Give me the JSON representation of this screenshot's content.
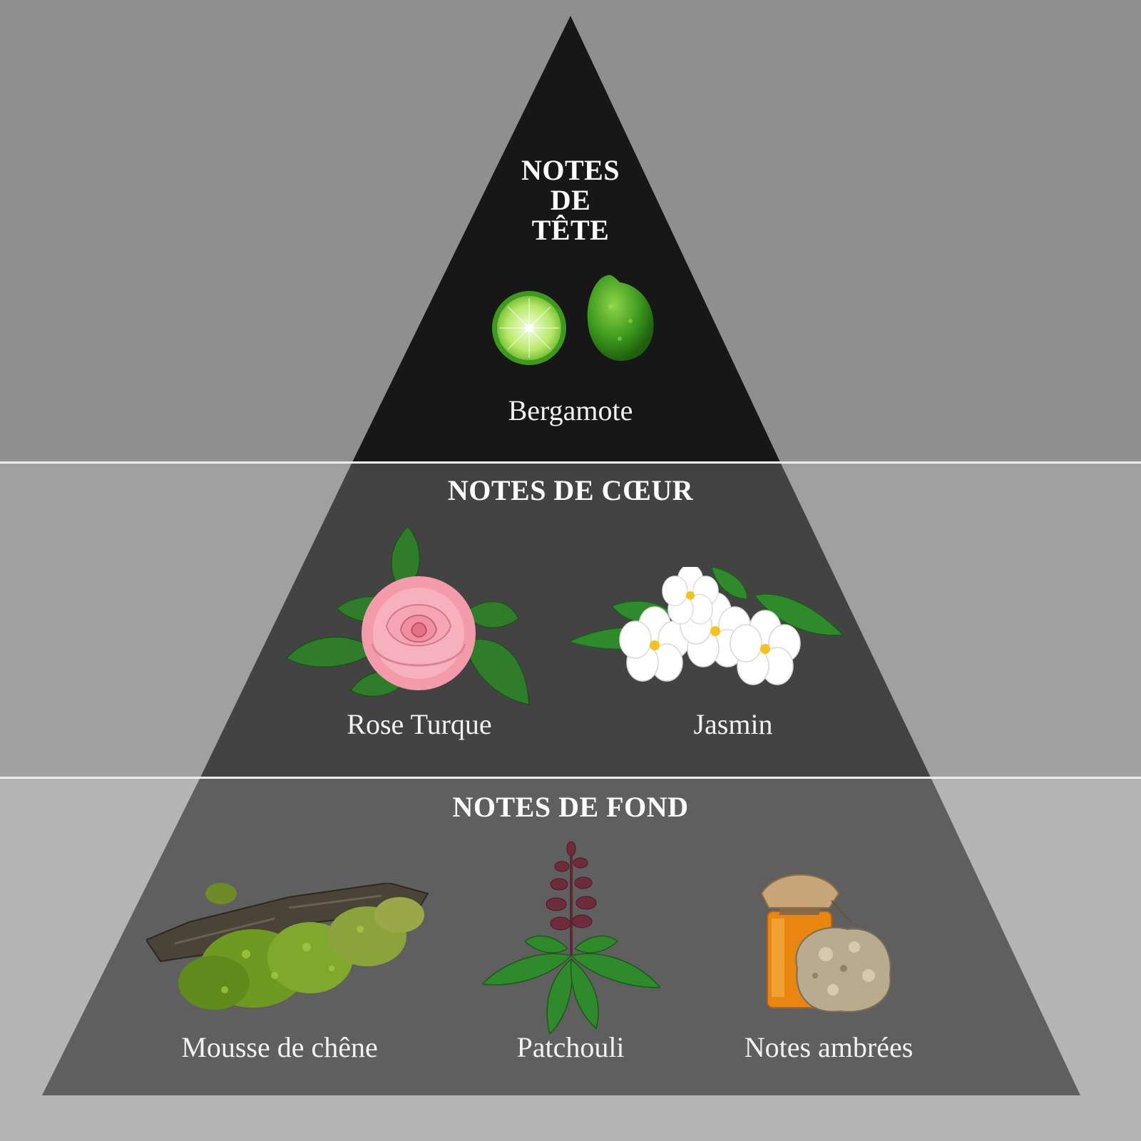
{
  "colors": {
    "bg_top": "#8f8f8f",
    "bg_mid": "#a0a0a0",
    "bg_bot": "#b4b4b4",
    "tier_top": "#171717",
    "tier_mid": "#434343",
    "tier_bot": "#5f5f5f",
    "separator": "#e6e6e6",
    "text": "#ffffff"
  },
  "tiers": {
    "top": {
      "title_lines": [
        "NOTES",
        "DE",
        "TÊTE"
      ],
      "notes": [
        {
          "label": "Bergamote",
          "icon": "bergamot-icon"
        }
      ]
    },
    "middle": {
      "title": "NOTES DE CŒUR",
      "notes": [
        {
          "label": "Rose Turque",
          "icon": "rose-icon"
        },
        {
          "label": "Jasmin",
          "icon": "jasmine-icon"
        }
      ]
    },
    "bottom": {
      "title": "NOTES DE FOND",
      "notes": [
        {
          "label": "Mousse de chêne",
          "icon": "oak-moss-icon"
        },
        {
          "label": "Patchouli",
          "icon": "patchouli-icon"
        },
        {
          "label": "Notes ambrées",
          "icon": "amber-icon"
        }
      ]
    }
  }
}
